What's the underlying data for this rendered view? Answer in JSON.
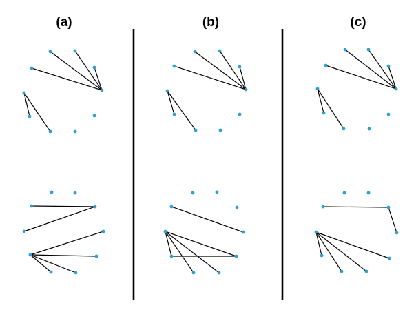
{
  "panels": [
    {
      "label": "(a)",
      "graphs": [
        {
          "node_count": 10,
          "edges": [
            [
              1,
              8
            ],
            [
              2,
              8
            ],
            [
              3,
              8
            ],
            [
              4,
              8
            ],
            [
              5,
              6
            ],
            [
              5,
              7
            ]
          ]
        },
        {
          "node_count": 10,
          "edges": [
            [
              3,
              4
            ],
            [
              3,
              5
            ],
            [
              6,
              7
            ],
            [
              6,
              8
            ],
            [
              6,
              9
            ],
            [
              6,
              10
            ]
          ]
        }
      ]
    },
    {
      "label": "(b)",
      "graphs": [
        {
          "node_count": 10,
          "edges": [
            [
              1,
              8
            ],
            [
              2,
              8
            ],
            [
              3,
              8
            ],
            [
              4,
              8
            ],
            [
              5,
              6
            ],
            [
              5,
              7
            ]
          ]
        },
        {
          "node_count": 10,
          "edges": [
            [
              4,
              5
            ],
            [
              6,
              7
            ],
            [
              6,
              8
            ],
            [
              6,
              9
            ],
            [
              6,
              10
            ],
            [
              7,
              10
            ]
          ]
        }
      ]
    },
    {
      "label": "(c)",
      "graphs": [
        {
          "node_count": 10,
          "edges": [
            [
              1,
              8
            ],
            [
              2,
              8
            ],
            [
              3,
              8
            ],
            [
              4,
              8
            ],
            [
              5,
              6
            ],
            [
              5,
              7
            ]
          ]
        },
        {
          "node_count": 10,
          "edges": [
            [
              3,
              4
            ],
            [
              3,
              5
            ],
            [
              6,
              7
            ],
            [
              6,
              8
            ],
            [
              6,
              9
            ],
            [
              6,
              10
            ]
          ]
        }
      ]
    }
  ],
  "colors": {
    "node": "#2c9fd6",
    "edge": "#000000",
    "divider": "#000000",
    "label": "#000000"
  }
}
